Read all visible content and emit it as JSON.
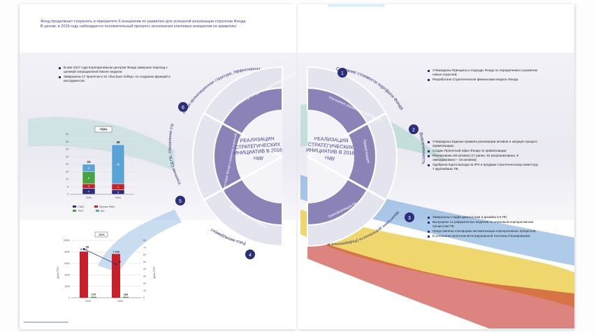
{
  "intro_text": "Фонд продолжает сохранять в приоритете 6 инициатив по развитию для успешной реализации стратегии Фонда. В целом, в 2016 году наблюдается положительный прогресс исполнения ключевых инициатив по развитию:",
  "left_bullets": [
    "В мае 2017 года Корпоративным центром Фонда завершен переход к целевой операционной бизнес-модели;",
    "Завершены 17 проектов и 12 «быстрых побед» по созданию функций и инструментов."
  ],
  "center_left_title": "РЕАЛИЗАЦИЯ СТРАТЕГИЧЕСКИХ ИНИЦИАТИВ В 2016 году",
  "center_right_title": "РЕАЛИЗАЦИЯ СТРАТЕГИЧЕСКИХ ИНИЦИАТИВ В 2016 году",
  "initiatives": [
    {
      "number": "1",
      "outer": "Создание стоимости портфеля Фонда",
      "inner": "Улучшение управления портфелем"
    },
    {
      "number": "2",
      "outer": "Вовлеченность",
      "inner": "Приватизация"
    },
    {
      "number": "3",
      "outer": "Мониторинг деятельности (Референсные модели ПК)",
      "inner": "Трансформация ПК"
    },
    {
      "number": "4",
      "outer": "Риск-менеджмент",
      "inner": "Финансовая устойчивость"
    },
    {
      "number": "5",
      "outer": "Усиление СД ПК; Обновление стратегий ПК",
      "inner": "Инвестиции Фонда в развитие компаний"
    },
    {
      "number": "6",
      "outer": "Новая организационная структура; Эффективность инвестирования; Внедрение внутренних инструментов",
      "inner": "Переход Фонда на новую бизнес-модель"
    }
  ],
  "right_blocks": [
    {
      "bullets": [
        "Утверждены Принципы и подходы Фонда по определению и развитию новых отраслей;",
        "Разработана Стратегическая финансовая модель Фонда."
      ]
    },
    {
      "bullets": [
        "Утверждены Единые правила реализации активов и запущен процесс приватизации;",
        "Создан Проектный офис Фонда по приватизации;",
        "Реализованы 69 активов (17 ранее, 52 реорганизовано, 6 ликвидировано – 18 активов);",
        "Одобрена Карта выхода на IPO и продажи стратегическому инвестору 7 крупнейших ПК."
      ]
    },
    {
      "bullets": [
        "Завершены стадии диагностики и дизайна в 6 ПК;",
        "Выпущены 14 референсных моделей по ключевым корпоративным процессам ПК;",
        "Представлена платформа автоматизации корпоративных процессов;",
        "В успешном пилотном Интегрированной Системы Планирования."
      ]
    }
  ],
  "chart_data": [
    {
      "type": "bar",
      "categories": [
        "2004",
        "2004"
      ],
      "series": [
        {
          "name": "",
          "values": [
            4,
            3
          ]
        },
        {
          "name": "",
          "values": [
            3,
            4
          ]
        },
        {
          "name": "",
          "values": [
            8,
            0
          ]
        },
        {
          "name": "",
          "values": [
            5,
            26
          ]
        }
      ],
      "totals": [
        "24",
        "38"
      ],
      "annotation": "+58%",
      "ylim": [
        0,
        40
      ],
      "yticks": [
        "0",
        "5",
        "10",
        "15",
        "20",
        "25",
        "30",
        "35",
        "40"
      ],
      "legend": [
        "СЧАГ",
        "Прочие ФАО",
        "ТОО",
        "АО"
      ],
      "colors": [
        "#2a2f7c",
        "#c8202a",
        "#48a23f",
        "#5aa3d6"
      ]
    },
    {
      "type": "bar",
      "categories": [
        "2004",
        "2004"
      ],
      "series": [
        {
          "name": "",
          "values": [
            8062,
            7648
          ]
        },
        {
          "name": "",
          "values": [
            176,
            163
          ]
        }
      ],
      "line_values": [
        "68",
        "47"
      ],
      "annotation": "-31%",
      "ylabel": "Доля ППЗ",
      "ylabel_right": "Доля ППЗ",
      "ylim": [
        0,
        10000
      ],
      "yticks": [
        "0",
        "2000",
        "4000",
        "6000",
        "8000",
        "10000"
      ],
      "yticks_right": [
        "0",
        "10",
        "20",
        "30",
        "40",
        "50",
        "60",
        "70",
        "80"
      ],
      "colors": [
        "#c8202a",
        "#48a23f"
      ]
    }
  ]
}
